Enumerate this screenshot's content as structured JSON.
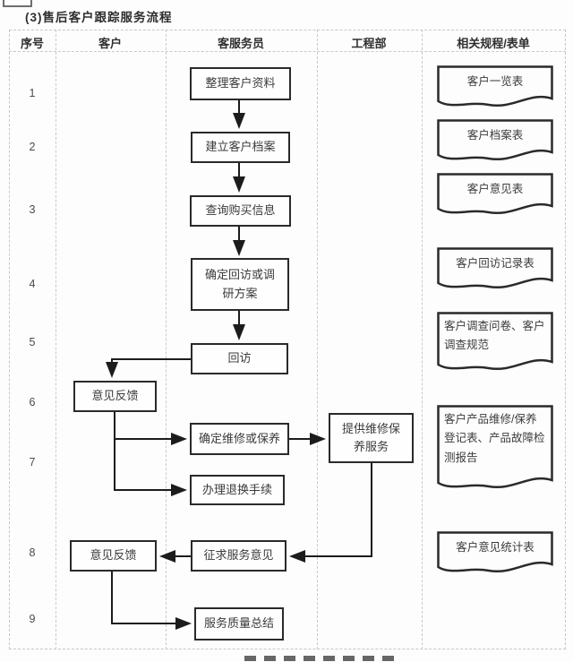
{
  "page": {
    "title": "(3)售后客户跟踪服务流程"
  },
  "table": {
    "headers": [
      "序号",
      "客户",
      "客服务员",
      "工程部",
      "相关规程/表单"
    ],
    "row_numbers": [
      "1",
      "2",
      "3",
      "4",
      "5",
      "6",
      "7",
      "8",
      "9"
    ]
  },
  "flow": {
    "boxes": [
      {
        "id": "organize-customer-data",
        "label": "整理客户资料"
      },
      {
        "id": "create-customer-file",
        "label": "建立客户档案"
      },
      {
        "id": "query-purchase-info",
        "label": "查询购买信息"
      },
      {
        "id": "determine-visit-plan",
        "label": "确定回访或调\n研方案"
      },
      {
        "id": "return-visit",
        "label": "回访"
      },
      {
        "id": "feedback-1",
        "label": "意见反馈"
      },
      {
        "id": "determine-repair",
        "label": "确定维修或保养"
      },
      {
        "id": "handle-return-exchange",
        "label": "办理退换手续"
      },
      {
        "id": "provide-repair-service",
        "label": "提供维修保\n养服务"
      },
      {
        "id": "feedback-2",
        "label": "意见反馈"
      },
      {
        "id": "solicit-service-opinion",
        "label": "征求服务意见"
      },
      {
        "id": "service-quality-summary",
        "label": "服务质量总结"
      }
    ]
  },
  "docs": [
    {
      "id": "customer-list",
      "label": "客户一览表"
    },
    {
      "id": "customer-file-form",
      "label": "客户档案表"
    },
    {
      "id": "customer-opinion-form",
      "label": "客户意见表"
    },
    {
      "id": "return-visit-record",
      "label": "客户回访记录表"
    },
    {
      "id": "survey-questionnaire",
      "label": "客户调查问卷、客户\n调查规范"
    },
    {
      "id": "repair-registration",
      "label": "客户产品维修/保养\n登记表、产品故障检\n测报告"
    },
    {
      "id": "opinion-statistics",
      "label": "客户意见统计表"
    }
  ],
  "colors": {
    "box_border": "#2a2a2a",
    "connector": "#1c1c1c",
    "grid_line": "#c9c9c9",
    "text": "#3b3b3b",
    "background": "#fdfdfd"
  }
}
